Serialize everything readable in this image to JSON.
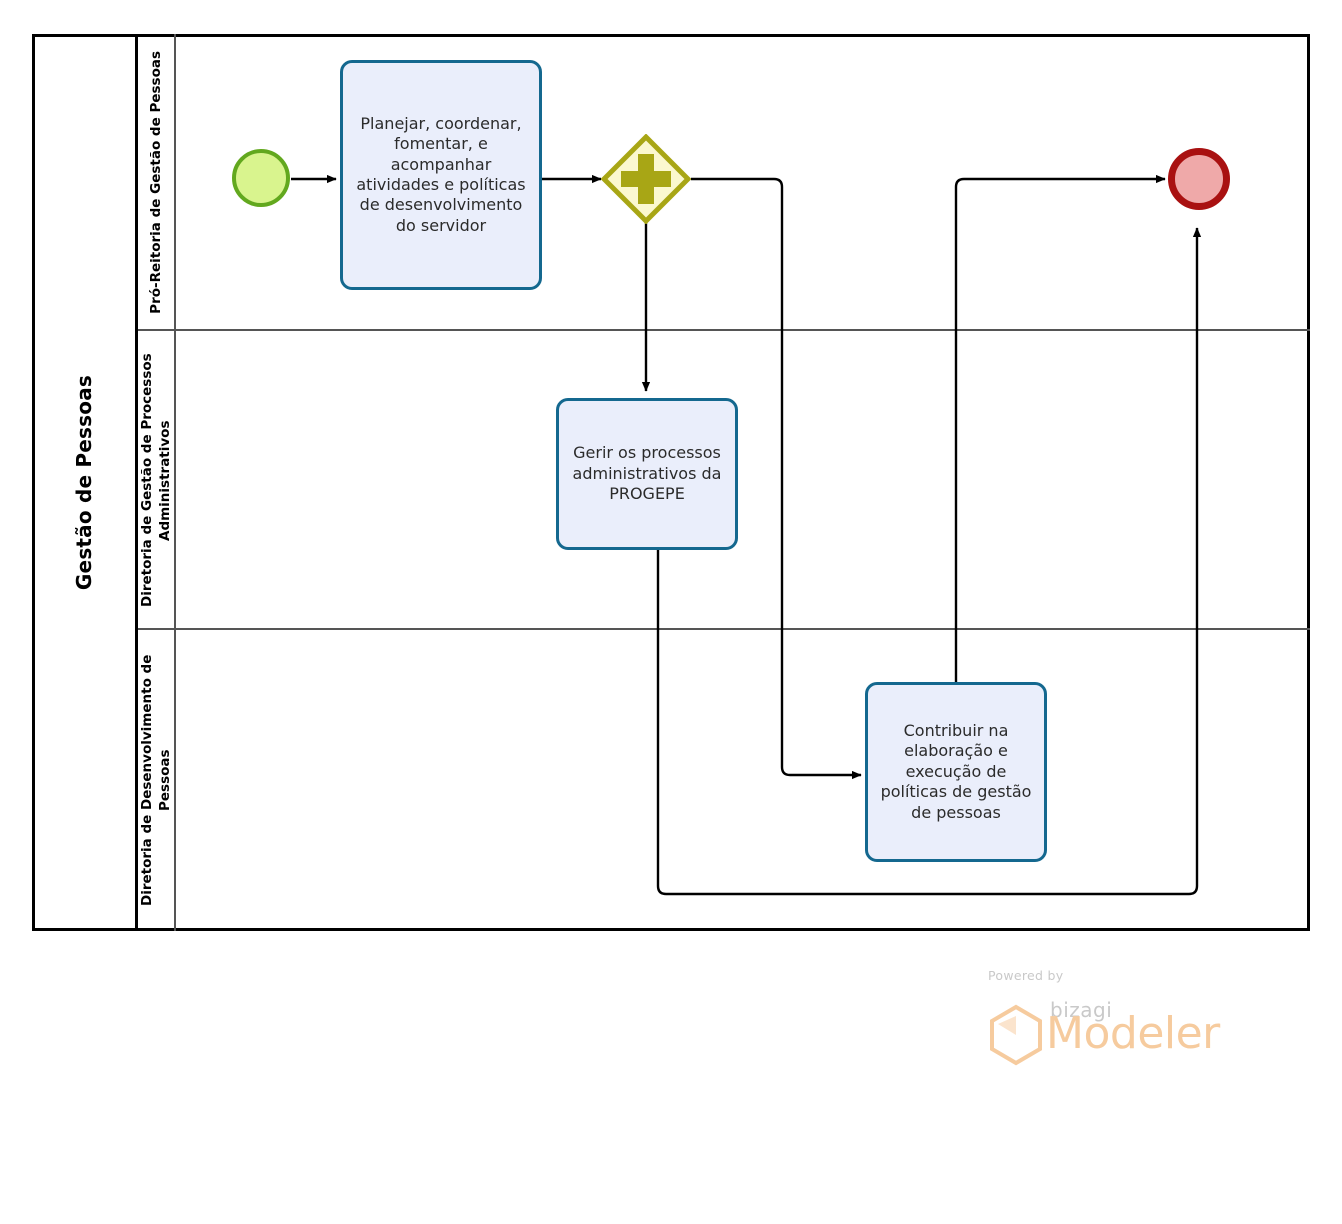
{
  "diagram": {
    "type": "bpmn-process",
    "pool": {
      "name": "Gestão de Pessoas"
    },
    "lanes": [
      {
        "id": "lane-pro-reitoria",
        "name": "Pró-Reitoria de Gestão de Pessoas"
      },
      {
        "id": "lane-gestao-processos",
        "name": "Diretoria de Gestão de Processos Administrativos"
      },
      {
        "id": "lane-desenvolvimento",
        "name": "Diretoria de Desenvolvimento de Pessoas"
      }
    ],
    "nodes": {
      "start_event": {
        "name": "start-event",
        "label": ""
      },
      "task_1": {
        "label": "Planejar, coordenar, fomentar, e acompanhar atividades e políticas de desenvolvimento do servidor"
      },
      "gateway_1": {
        "label": "",
        "kind": "parallel",
        "symbol": "+"
      },
      "task_2": {
        "label": "Gerir os processos administrativos da PROGEPE"
      },
      "task_3": {
        "label": "Contribuir na elaboração e execução de políticas de gestão de pessoas"
      },
      "end_event": {
        "name": "end-event",
        "label": ""
      }
    },
    "colors": {
      "task_fill": "#eaeefb",
      "task_stroke": "#14688f",
      "start_fill": "#d9f48e",
      "start_stroke": "#62a81e",
      "end_fill": "#efa9a9",
      "end_stroke": "#a91111",
      "gateway_fill": "#fbf8cf",
      "gateway_stroke": "#a8a615",
      "gateway_symbol": "#a8a615",
      "flow_stroke": "#000000",
      "pool_stroke": "#000000",
      "lane_stroke": "#555555"
    }
  },
  "watermark": {
    "powered_by": "Powered by",
    "brand": "bizagi",
    "product": "Modeler",
    "brand_color": "#f6cb9e"
  }
}
